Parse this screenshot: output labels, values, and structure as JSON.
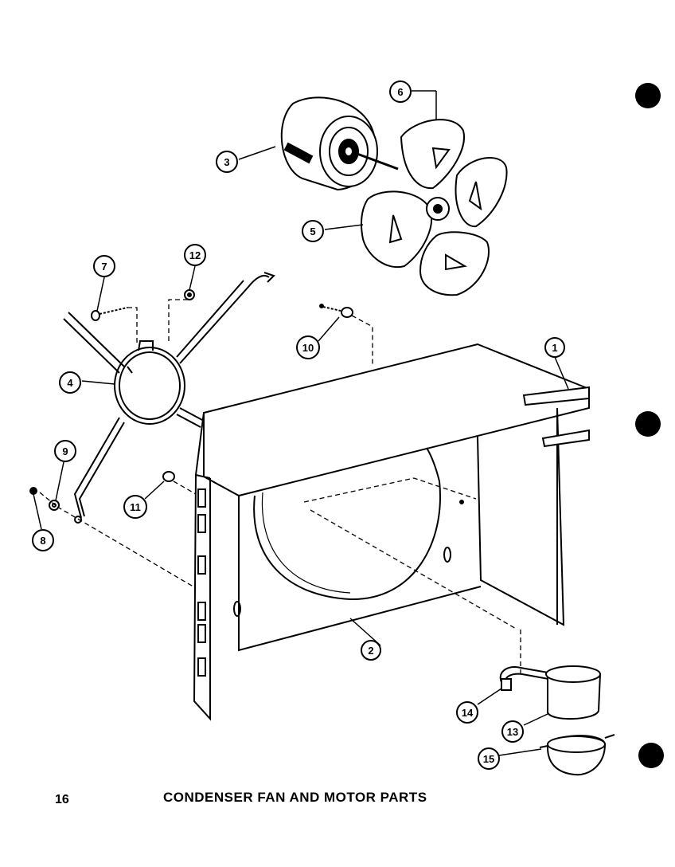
{
  "page": {
    "number": "16",
    "caption": "CONDENSER FAN AND MOTOR PARTS"
  },
  "callouts": [
    "1",
    "2",
    "3",
    "4",
    "5",
    "6",
    "7",
    "8",
    "9",
    "10",
    "11",
    "12",
    "13",
    "14",
    "15"
  ],
  "parts": {
    "p1": "bracket",
    "p2": "shroud",
    "p3": "fan-motor",
    "p4": "motor-mount-ring",
    "p5": "fan-blade",
    "p6": "set-screw",
    "p7": "screw",
    "p8": "screw",
    "p9": "washer",
    "p10": "screw",
    "p11": "grommet",
    "p12": "nut",
    "p13": "capacitor",
    "p14": "capacitor-strap",
    "p15": "capacitor-boot"
  }
}
